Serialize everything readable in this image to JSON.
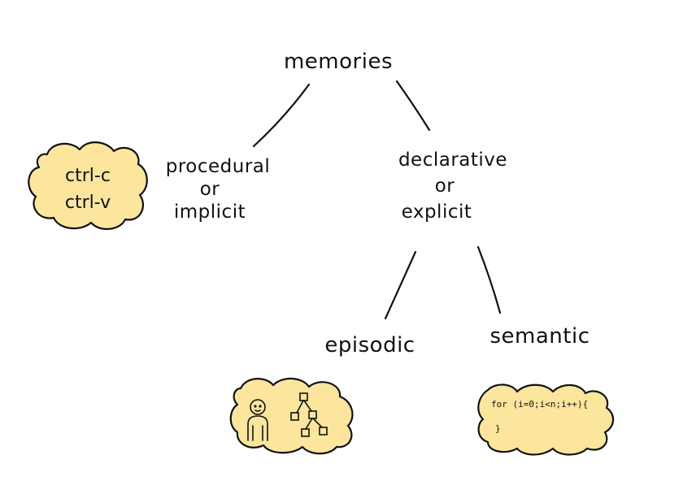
{
  "colors": {
    "ink": "#111111",
    "cloud_fill": "#fce59d",
    "background": "#ffffff"
  },
  "nodes": {
    "root": "memories",
    "procedural": {
      "line1": "procedural",
      "line2": "or",
      "line3": "implicit"
    },
    "declarative": {
      "line1": "declarative",
      "line2": "or",
      "line3": "explicit"
    },
    "episodic": "episodic",
    "semantic": "semantic"
  },
  "clouds": {
    "procedural_example": {
      "line1": "ctrl-c",
      "line2": "ctrl-v"
    },
    "episodic_example": {
      "icons": [
        "person-icon",
        "flowchart-icon"
      ]
    },
    "semantic_example": {
      "line1": "for (i=0;i<n;i++){",
      "line2": "}"
    }
  }
}
